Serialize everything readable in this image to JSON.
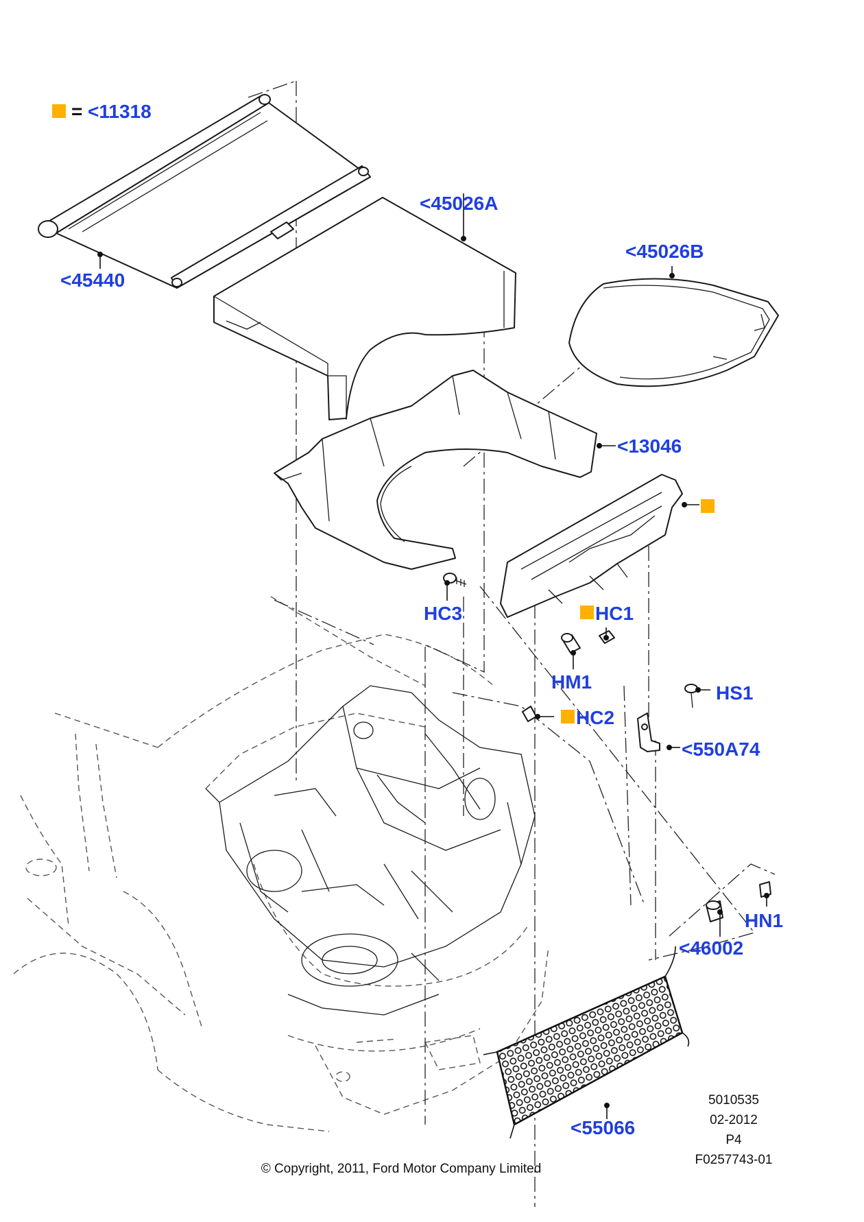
{
  "legend": {
    "prefix": "=",
    "label": "<11318",
    "marker_color": "#FFB000"
  },
  "callout_color": "#1F3FE0",
  "callouts": [
    {
      "id": "c45440",
      "label": "<45440"
    },
    {
      "id": "c45026a",
      "label": "<45026A"
    },
    {
      "id": "c45026b",
      "label": "<45026B"
    },
    {
      "id": "c13046",
      "label": "<13046"
    },
    {
      "id": "chc3",
      "label": "HC3"
    },
    {
      "id": "chc1",
      "label": "HC1"
    },
    {
      "id": "chm1",
      "label": "HM1"
    },
    {
      "id": "chs1",
      "label": "HS1"
    },
    {
      "id": "chc2",
      "label": "HC2"
    },
    {
      "id": "c550a74",
      "label": "<550A74"
    },
    {
      "id": "chn1",
      "label": "HN1"
    },
    {
      "id": "c46002",
      "label": "<46002"
    },
    {
      "id": "c55066",
      "label": "<55066"
    }
  ],
  "info_block": {
    "number": "5010535",
    "date": "02-2012",
    "page": "P4",
    "figure": "F0257743-01"
  },
  "copyright": "© Copyright, 2011, Ford Motor Company Limited"
}
